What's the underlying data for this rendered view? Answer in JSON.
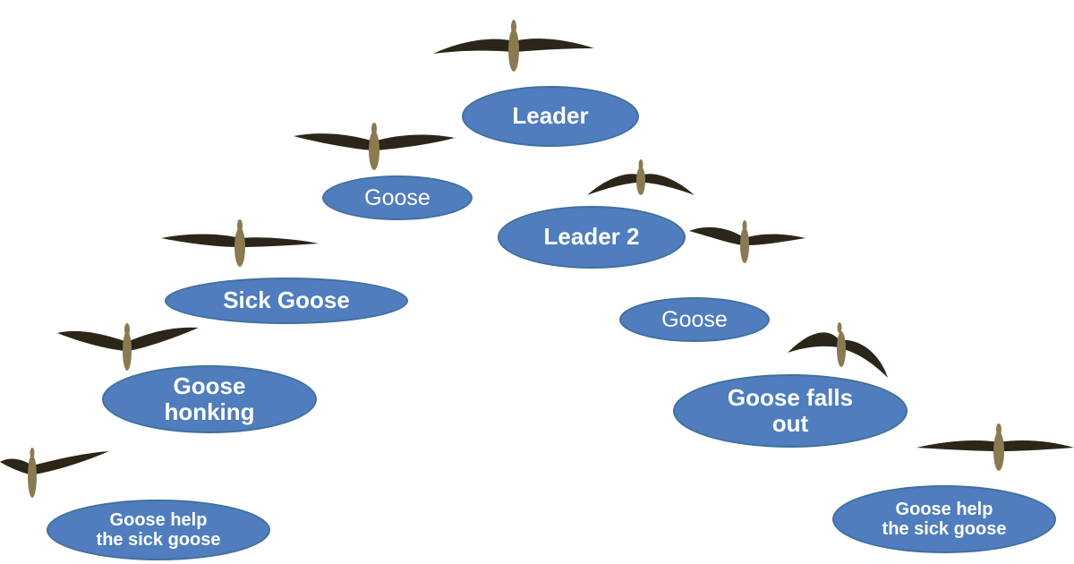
{
  "diagram": {
    "oval_fill": "#4f7dbd",
    "oval_border": "#41719c",
    "text_color": "#ffffff",
    "bird_wing_color": "#2b2618",
    "bird_body_color": "#8a7a52",
    "labels": {
      "leader": "Leader",
      "goose_left": "Goose",
      "leader2": "Leader 2",
      "sick_goose": "Sick Goose",
      "goose_right": "Goose",
      "goose_honking": "Goose\nhonking",
      "goose_falls_out": "Goose falls\nout",
      "help_left": "Goose help\nthe sick goose",
      "help_right": "Goose help\nthe sick goose"
    }
  }
}
